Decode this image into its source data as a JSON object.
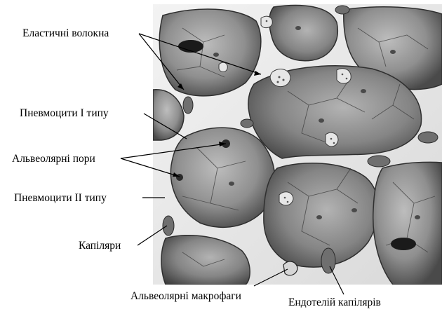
{
  "labels": {
    "elastic_fibers": "Еластичні волокна",
    "pneumocytes_1": "Пневмоцити І типу",
    "alveolar_pores": "Альвеолярні пори",
    "pneumocytes_2": "Пневмоцити ІІ типу",
    "capillaries": "Капіляри",
    "alveolar_macrophages": "Альвеолярні макрофаги",
    "capillary_endothelium": "Ендотелій капілярів"
  }
}
